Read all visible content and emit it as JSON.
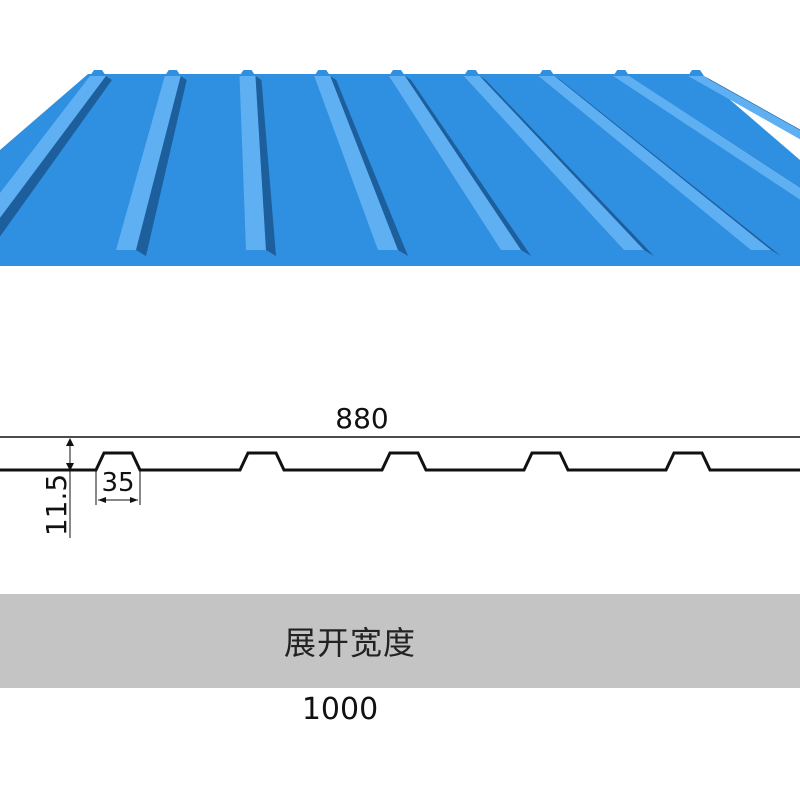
{
  "panel": {
    "color": "#2f8fe0",
    "shade_color": "#1d5f9c",
    "highlight_color": "#5fb0f2",
    "rib_count": 9
  },
  "profile": {
    "effective_width": "880",
    "rib_height": "11.5",
    "rib_top_width": "35",
    "rib_count": 5
  },
  "unfolded": {
    "label": "展开宽度",
    "width": "1000",
    "band_color": "#c4c4c4"
  }
}
